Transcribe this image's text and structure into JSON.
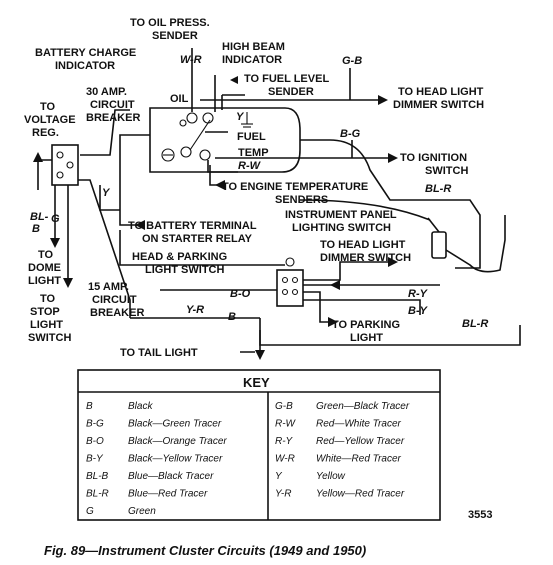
{
  "labels": {
    "to_oil_press": [
      "TO OIL PRESS.",
      "SENDER"
    ],
    "battery_charge": [
      "BATTERY CHARGE",
      "INDICATOR"
    ],
    "high_beam": [
      "HIGH BEAM",
      "INDICATOR"
    ],
    "oil": "OIL",
    "fuel": "FUEL",
    "temp": "TEMP",
    "to_fuel_level": [
      "TO FUEL LEVEL",
      "SENDER"
    ],
    "to_head_light_dimmer_top": [
      "TO HEAD LIGHT",
      "DIMMER SWITCH"
    ],
    "cb30": [
      "30 AMP.",
      "CIRCUIT",
      "BREAKER"
    ],
    "to_voltage_reg": [
      "TO",
      "VOLTAGE",
      "REG."
    ],
    "to_ignition": [
      "TO IGNITION",
      "SWITCH"
    ],
    "to_engine_temp": [
      "TO ENGINE TEMPERATURE",
      "SENDERS"
    ],
    "instr_panel": [
      "INSTRUMENT PANEL",
      "LIGHTING SWITCH"
    ],
    "to_battery_terminal": [
      "TO BATTERY TERMINAL",
      "ON STARTER RELAY"
    ],
    "to_head_light_dimmer_mid": [
      "TO HEAD LIGHT",
      "DIMMER SWITCH"
    ],
    "head_parking": [
      "HEAD & PARKING",
      "LIGHT SWITCH"
    ],
    "to_dome": [
      "TO",
      "DOME",
      "LIGHT"
    ],
    "cb15": [
      "15 AMP.",
      "CIRCUIT",
      "BREAKER"
    ],
    "to_stop": [
      "TO",
      "STOP",
      "LIGHT",
      "SWITCH"
    ],
    "to_parking": [
      "TO PARKING",
      "LIGHT"
    ],
    "to_tail": "TO TAIL LIGHT"
  },
  "wire_codes": {
    "w_r": "W-R",
    "g_b": "G-B",
    "y_top": "Y",
    "b_g": "B-G",
    "r_w": "R-W",
    "bl_r_right": "BL-R",
    "y_left": "Y",
    "bl_b": [
      "BL-",
      "B"
    ],
    "g_left": "G",
    "b_o": "B-O",
    "r_y": "R-Y",
    "b_y": "B-Y",
    "y_r": "Y-R",
    "b": "B",
    "bl_r_bottom": "BL-R"
  },
  "key": {
    "title": "KEY",
    "left": [
      {
        "code": "B",
        "desc": "Black"
      },
      {
        "code": "B-G",
        "desc": "Black—Green Tracer"
      },
      {
        "code": "B-O",
        "desc": "Black—Orange Tracer"
      },
      {
        "code": "B-Y",
        "desc": "Black—Yellow Tracer"
      },
      {
        "code": "BL-B",
        "desc": "Blue—Black Tracer"
      },
      {
        "code": "BL-R",
        "desc": "Blue—Red Tracer"
      },
      {
        "code": "G",
        "desc": "Green"
      }
    ],
    "right": [
      {
        "code": "G-B",
        "desc": "Green—Black Tracer"
      },
      {
        "code": "R-W",
        "desc": "Red—White Tracer"
      },
      {
        "code": "R-Y",
        "desc": "Red—Yellow Tracer"
      },
      {
        "code": "W-R",
        "desc": "White—Red Tracer"
      },
      {
        "code": "Y",
        "desc": "Yellow"
      },
      {
        "code": "Y-R",
        "desc": "Yellow—Red Tracer"
      }
    ]
  },
  "figure_number": "3553",
  "caption": "Fig. 89—Instrument Cluster Circuits (1949 and 1950)"
}
